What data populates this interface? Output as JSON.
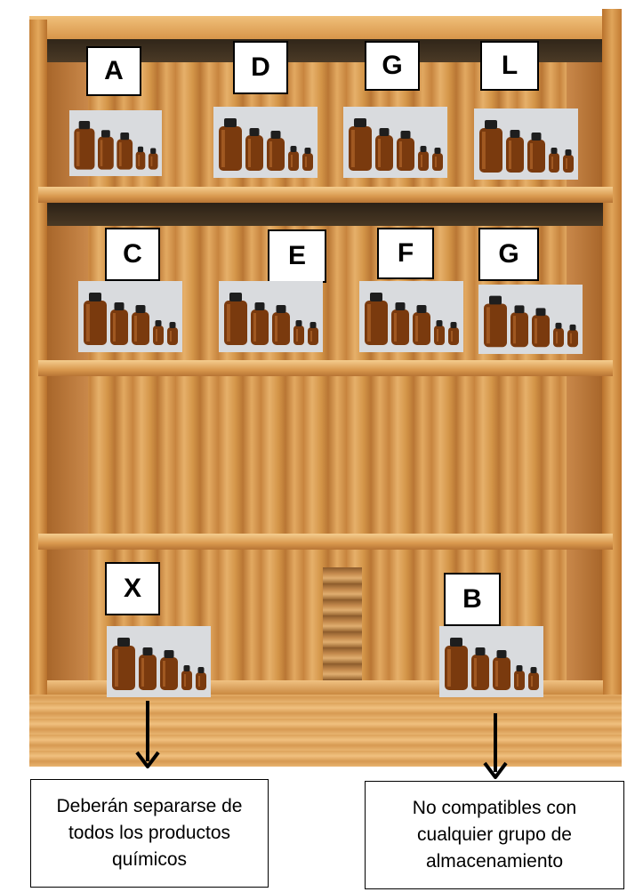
{
  "top_shelf": {
    "labels": [
      "A",
      "D",
      "G",
      "L"
    ]
  },
  "middle_shelf": {
    "labels": [
      "C",
      "E",
      "F",
      "G"
    ]
  },
  "bottom_shelf": {
    "left_label": "X",
    "right_label": "B"
  },
  "notes": {
    "left": "Deberán separarse de todos los productos químicos",
    "right": "No compatibles con cualquier grupo de almacenamiento"
  },
  "colors": {
    "bottle_glass": "#7a3a0e",
    "bottle_cap": "#1e1e1e",
    "wood_light": "#e6b06a",
    "wood_dark": "#b97634"
  }
}
